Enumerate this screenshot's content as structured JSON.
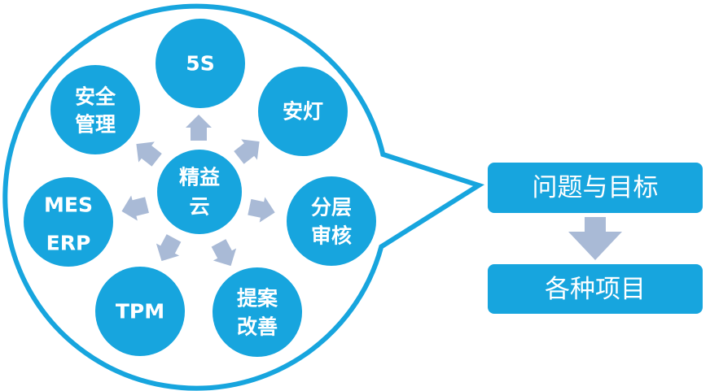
{
  "colors": {
    "node_fill": "#17A5DE",
    "bubble_stroke": "#17A5DE",
    "arrow": "#A9BAD6",
    "box_fill": "#17A5DE",
    "text": "#FFFFFF"
  },
  "center": {
    "line1": "精益",
    "line2": "云"
  },
  "nodes": [
    {
      "id": "5s",
      "line1": "5S",
      "line2": ""
    },
    {
      "id": "andon",
      "line1": "安灯",
      "line2": ""
    },
    {
      "id": "layered-audit",
      "line1": "分层",
      "line2": "审核"
    },
    {
      "id": "suggestion-improvement",
      "line1": "提案",
      "line2": "改善"
    },
    {
      "id": "tpm",
      "line1": "TPM",
      "line2": ""
    },
    {
      "id": "mes-erp",
      "line1": "MES",
      "line2": "ERP"
    },
    {
      "id": "safety-management",
      "line1": "安全",
      "line2": "管理"
    }
  ],
  "boxes": {
    "top": "问题与目标",
    "bottom": "各种项目"
  }
}
